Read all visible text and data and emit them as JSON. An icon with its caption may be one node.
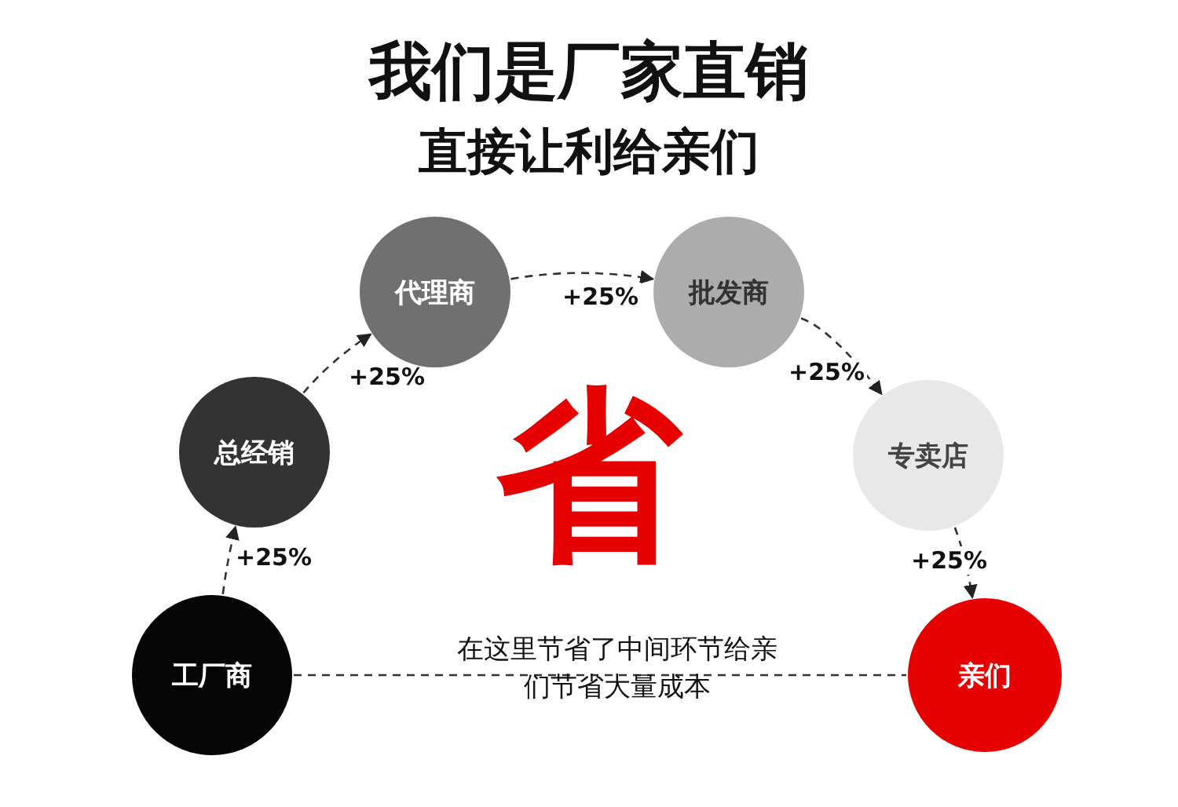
{
  "diagram": {
    "title": "我们是厂家直销",
    "nodes": [
      {
        "text": [
          "工厂商"
        ]
      },
      {
        "text": [
          "总经销"
        ]
      },
      {
        "text": [
          "代理商"
        ]
      },
      {
        "text": [
          "批发商"
        ]
      },
      {
        "text": [
          "专卖店"
        ]
      },
      {
        "text": [
          "亲们"
        ]
      }
    ],
    "edges": [
      {
        "from": 0,
        "to": 1,
        "arrow": "to",
        "style": "dashed",
        "label": "+25%"
      },
      {
        "from": 1,
        "to": 2,
        "arrow": "to",
        "style": "dashed",
        "label": "+25%"
      },
      {
        "from": 2,
        "to": 3,
        "arrow": "to",
        "style": "dashed",
        "label": "+25%"
      },
      {
        "from": 3,
        "to": 4,
        "arrow": "to",
        "style": "dashed",
        "label": "+25%"
      },
      {
        "from": 4,
        "to": 5,
        "arrow": "to",
        "style": "dashed",
        "label": "+25%"
      },
      {
        "from": 0,
        "to": 5,
        "arrow": "none",
        "style": "dashed",
        "label": "在这里节省了中间环节给亲们节省大量成本"
      }
    ],
    "labels": [
      "直接让利给亲们",
      "省"
    ]
  }
}
